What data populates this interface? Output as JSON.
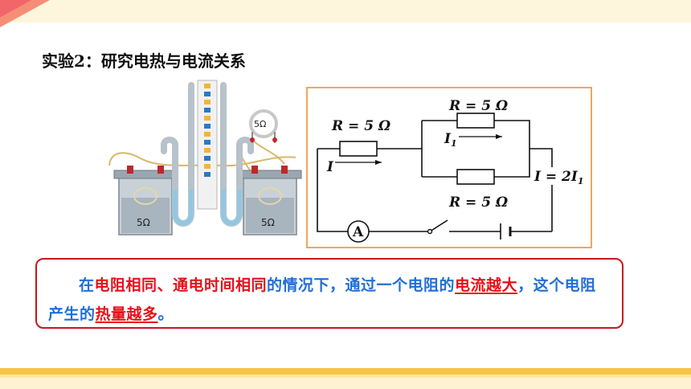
{
  "title": "实验2：研究电热与电流关系",
  "apparatus": {
    "resistor_top": "5Ω",
    "beaker_left": "5Ω",
    "beaker_right": "5Ω"
  },
  "circuit": {
    "r_series": "R = 5 Ω",
    "r_parallel_top": "R = 5 Ω",
    "r_parallel_bottom": "R = 5 Ω",
    "i_label": "I",
    "i1_main": "I",
    "i1_sub": "1",
    "relation_main": "I = 2I",
    "relation_sub": "1",
    "ammeter": "A"
  },
  "conclusion": {
    "p1": "在",
    "p2": "电阻相同、通电时间相同",
    "p3": "的情况下，通过一个电阻的",
    "p4": "电流越大",
    "p5": "，这个电阻产生的",
    "p6": "热量越多",
    "p7": "。"
  },
  "colors": {
    "blue": "#1f6fd6",
    "red": "#e5111a",
    "frame_orange": "#f2a65a",
    "conclusion_border": "#c8161d"
  }
}
